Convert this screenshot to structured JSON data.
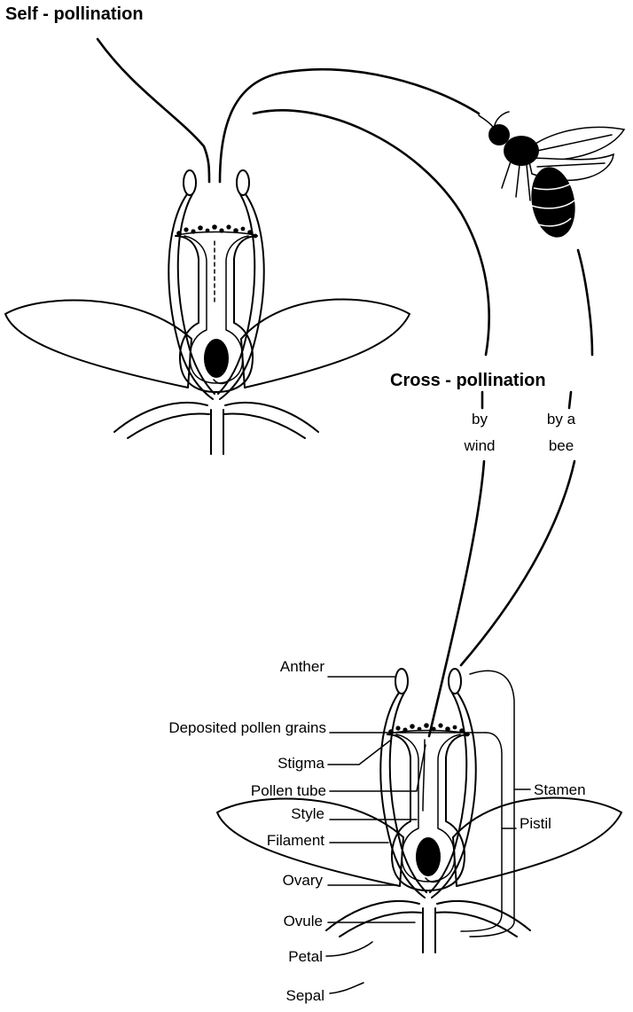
{
  "headings": {
    "self_pollination": "Self - pollination",
    "cross_pollination": "Cross - pollination"
  },
  "cross_options": {
    "by_wind_line1": "by",
    "by_wind_line2": "wind",
    "by_bee_line1": "by a",
    "by_bee_line2": "bee"
  },
  "parts": {
    "anther": "Anther",
    "deposited_pollen": "Deposited pollen grains",
    "stigma": "Stigma",
    "pollen_tube": "Pollen tube",
    "style": "Style",
    "filament": "Filament",
    "ovary": "Ovary",
    "ovule": "Ovule",
    "petal": "Petal",
    "sepal": "Sepal",
    "stamen": "Stamen",
    "pistil": "Pistil"
  }
}
